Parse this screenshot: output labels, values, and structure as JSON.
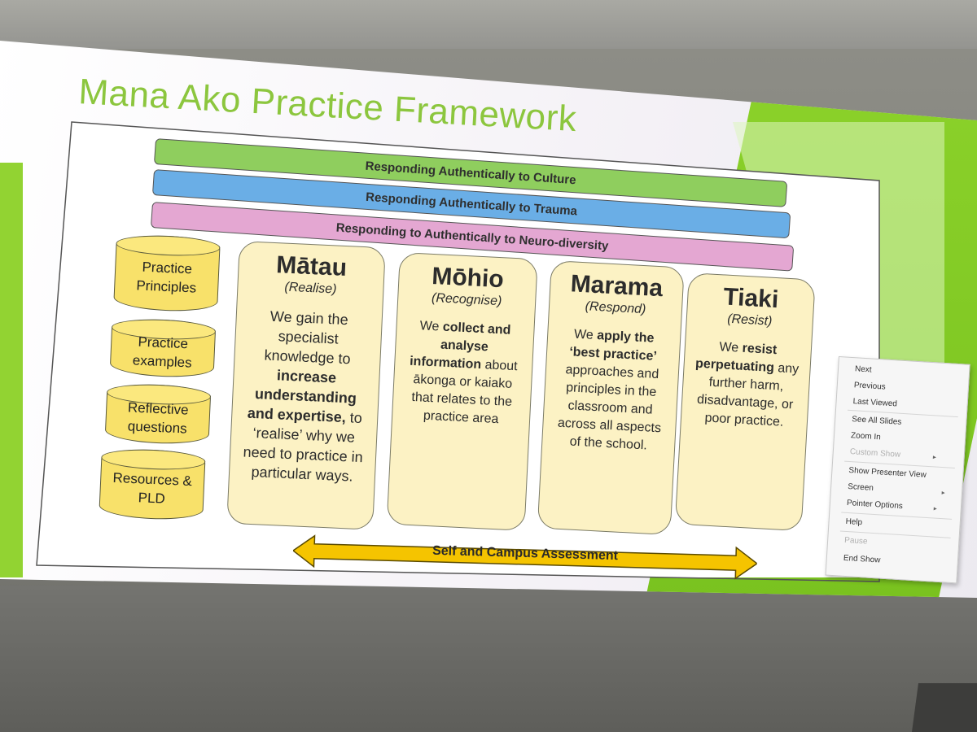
{
  "slide": {
    "title": "Mana Ako Practice Framework",
    "bands": [
      {
        "label": "Responding Authentically to Culture",
        "color": "#8fce5e"
      },
      {
        "label": "Responding Authentically to Trauma",
        "color": "#6aaee6"
      },
      {
        "label": "Responding to Authentically to Neuro-diversity",
        "color": "#e4a7d2"
      }
    ],
    "resources": [
      {
        "label": "Practice Principles"
      },
      {
        "label": "Practice examples"
      },
      {
        "label": "Reflective questions"
      },
      {
        "label": "Resources & PLD"
      }
    ],
    "cards": {
      "matau": {
        "title": "Mātau",
        "subtitle": "(Realise)",
        "body_a": "We gain the specialist knowledge to",
        "body_bold": "increase understanding and expertise,",
        "body_b": "to ‘realise’ why we need to practice in particular ways."
      },
      "mohio": {
        "title": "Mōhio",
        "subtitle": "(Recognise)",
        "body_a": "We",
        "body_bold": "collect and analyse information",
        "body_b": "about ākonga or kaiako that relates to the practice area"
      },
      "marama": {
        "title": "Marama",
        "subtitle": "(Respond)",
        "body_a": "We",
        "body_bold": "apply the ‘best practice’",
        "body_b": "approaches and principles in the classroom and across all aspects of the school."
      },
      "tiaki": {
        "title": "Tiaki",
        "subtitle": "(Resist)",
        "body_a": "We",
        "body_bold": "resist perpetuating",
        "body_b": "any further harm, disadvantage, or poor practice."
      }
    },
    "assessment_arrow": {
      "label": "Self and Campus Assessment",
      "color": "#f5c400"
    },
    "accent_color": "#8cc63e"
  },
  "context_menu": {
    "items": [
      {
        "label": "Next",
        "enabled": true
      },
      {
        "label": "Previous",
        "enabled": true
      },
      {
        "label": "Last Viewed",
        "enabled": true
      },
      {
        "label": "See All Slides",
        "enabled": true
      },
      {
        "label": "Zoom In",
        "enabled": true
      },
      {
        "label": "Custom Show",
        "enabled": false
      },
      {
        "label": "Show Presenter View",
        "enabled": true
      },
      {
        "label": "Screen",
        "enabled": true
      },
      {
        "label": "Pointer Options",
        "enabled": true
      },
      {
        "label": "Help",
        "enabled": true
      },
      {
        "label": "Pause",
        "enabled": false
      },
      {
        "label": "End Show",
        "enabled": true
      }
    ],
    "submenu_arrow": "▸"
  }
}
